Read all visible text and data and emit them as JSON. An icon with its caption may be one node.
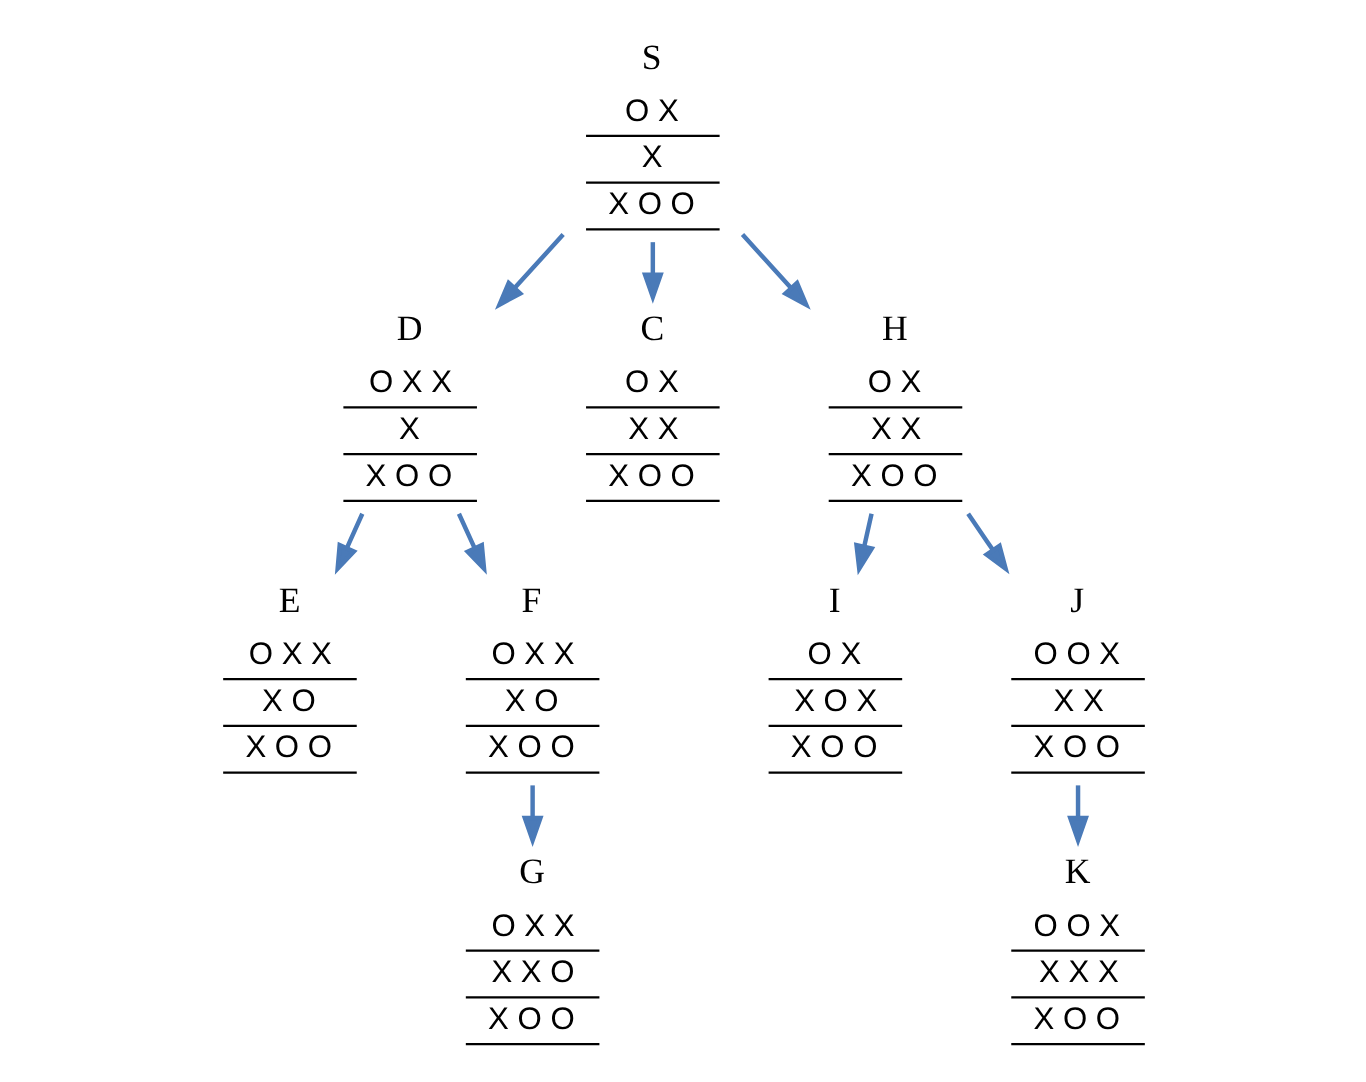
{
  "diagram": {
    "nodes": [
      {
        "text": [
          "S",
          "O X",
          "X",
          "X O O"
        ]
      },
      {
        "text": [
          "D",
          "O X X",
          "X",
          "X O O"
        ]
      },
      {
        "text": [
          "C",
          "O X",
          "X X",
          "X O O"
        ]
      },
      {
        "text": [
          "H",
          "O X",
          "X X",
          "X O O"
        ]
      },
      {
        "text": [
          "E",
          "O X X",
          "X O",
          "X O O"
        ]
      },
      {
        "text": [
          "F",
          "O X X",
          "X O",
          "X O O"
        ]
      },
      {
        "text": [
          "G",
          "O X X",
          "X X O",
          "X O O"
        ]
      },
      {
        "text": [
          "I",
          "O X",
          "X O X",
          "X O O"
        ]
      },
      {
        "text": [
          "J",
          "O O X",
          "X X",
          "X O O"
        ]
      },
      {
        "text": [
          "K",
          "O O X",
          "X X X",
          "X O O"
        ]
      }
    ],
    "edges": [
      {
        "from": 0,
        "to": 1,
        "arrow": "to"
      },
      {
        "from": 0,
        "to": 2,
        "arrow": "to"
      },
      {
        "from": 0,
        "to": 3,
        "arrow": "to"
      },
      {
        "from": 1,
        "to": 4,
        "arrow": "to"
      },
      {
        "from": 1,
        "to": 5,
        "arrow": "to"
      },
      {
        "from": 5,
        "to": 6,
        "arrow": "to"
      },
      {
        "from": 3,
        "to": 7,
        "arrow": "to"
      },
      {
        "from": 3,
        "to": 8,
        "arrow": "to"
      },
      {
        "from": 8,
        "to": 9,
        "arrow": "to"
      }
    ]
  }
}
